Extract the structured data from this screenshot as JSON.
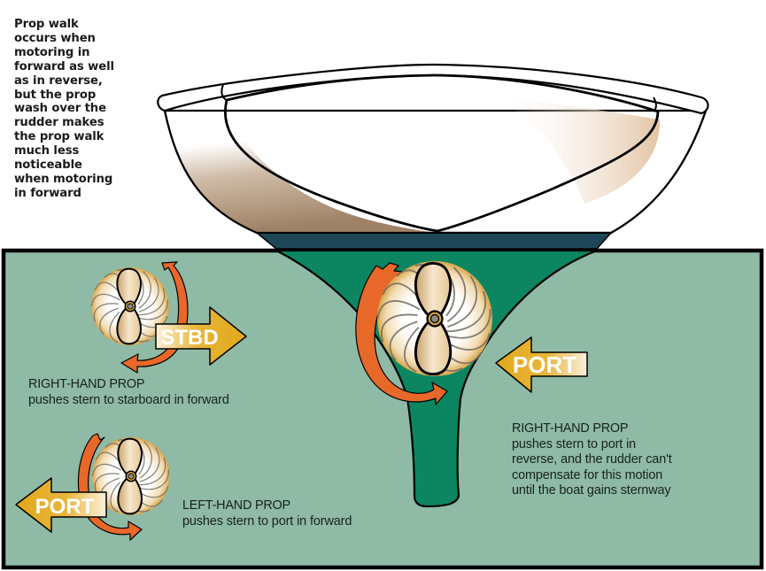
{
  "intro_text": "Prop walk occurs when motoring in forward as well as in reverse, but the prop wash over the rudder makes the prop walk much less noticeable when motoring in forward",
  "intro_lines": [
    "Prop walk",
    "occurs when",
    "motoring in",
    "forward as well",
    "as in reverse,",
    "but the prop",
    "wash over the",
    "rudder makes",
    "the prop walk",
    "much less",
    "noticeable",
    "when motoring",
    "in forward"
  ],
  "arrows": {
    "stbd_label": "STBD",
    "port_left_label": "PORT",
    "port_right_label": "PORT"
  },
  "captions": {
    "right_hand_forward": {
      "heading": "RIGHT-HAND PROP",
      "body": "pushes stern to starboard in forward"
    },
    "left_hand_forward": {
      "heading": "LEFT-HAND PROP",
      "body": "pushes stern to port in forward"
    },
    "right_hand_reverse": {
      "heading": "RIGHT-HAND PROP",
      "lines": [
        "pushes stern to port in",
        "reverse, and the rudder can't",
        "compensate for this motion",
        "until the boat gains sternway"
      ]
    }
  },
  "colors": {
    "water": "#8fbaa6",
    "keel_green": "#0b8660",
    "boot_stripe": "#1e4658",
    "hull_shade": "#a88a6a",
    "rotation_arrow": "#e8682a",
    "direction_arrow": "#e6ac1e",
    "prop_blade": "#e8c99a",
    "outline": "#000000"
  }
}
